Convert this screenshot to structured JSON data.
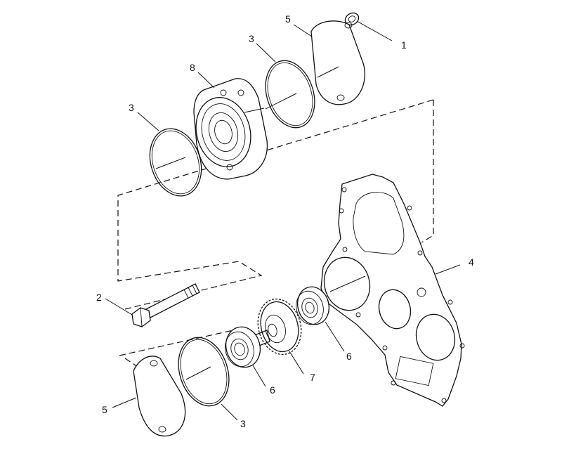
{
  "callouts": [
    {
      "id": "nut-top",
      "label": "1"
    },
    {
      "id": "bolt",
      "label": "2"
    },
    {
      "id": "seal-top-left",
      "label": "3"
    },
    {
      "id": "seal-top-right",
      "label": "3"
    },
    {
      "id": "seal-bottom",
      "label": "3"
    },
    {
      "id": "plate",
      "label": "4"
    },
    {
      "id": "cover-top",
      "label": "5"
    },
    {
      "id": "cover-bottom",
      "label": "5"
    },
    {
      "id": "bearing-bottom",
      "label": "6"
    },
    {
      "id": "bearing-right",
      "label": "6"
    },
    {
      "id": "gear",
      "label": "7"
    },
    {
      "id": "housing",
      "label": "8"
    }
  ]
}
